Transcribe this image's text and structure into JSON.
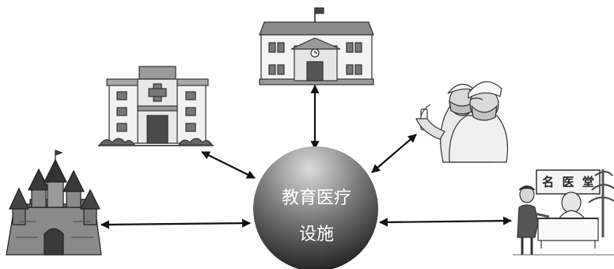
{
  "center": {
    "line1": "教育医疗",
    "line2": "设施"
  },
  "signboard": {
    "chars": [
      "名",
      "医",
      "堂"
    ]
  },
  "colors": {
    "background": "#ffffff",
    "circle_light": "#d7d7d7",
    "circle_dark": "#141414",
    "arrow": "#111111"
  },
  "icons": [
    "school-building-icon",
    "hospital-icon",
    "nurses-icon",
    "castle-icon",
    "doctor-clinic-icon"
  ]
}
